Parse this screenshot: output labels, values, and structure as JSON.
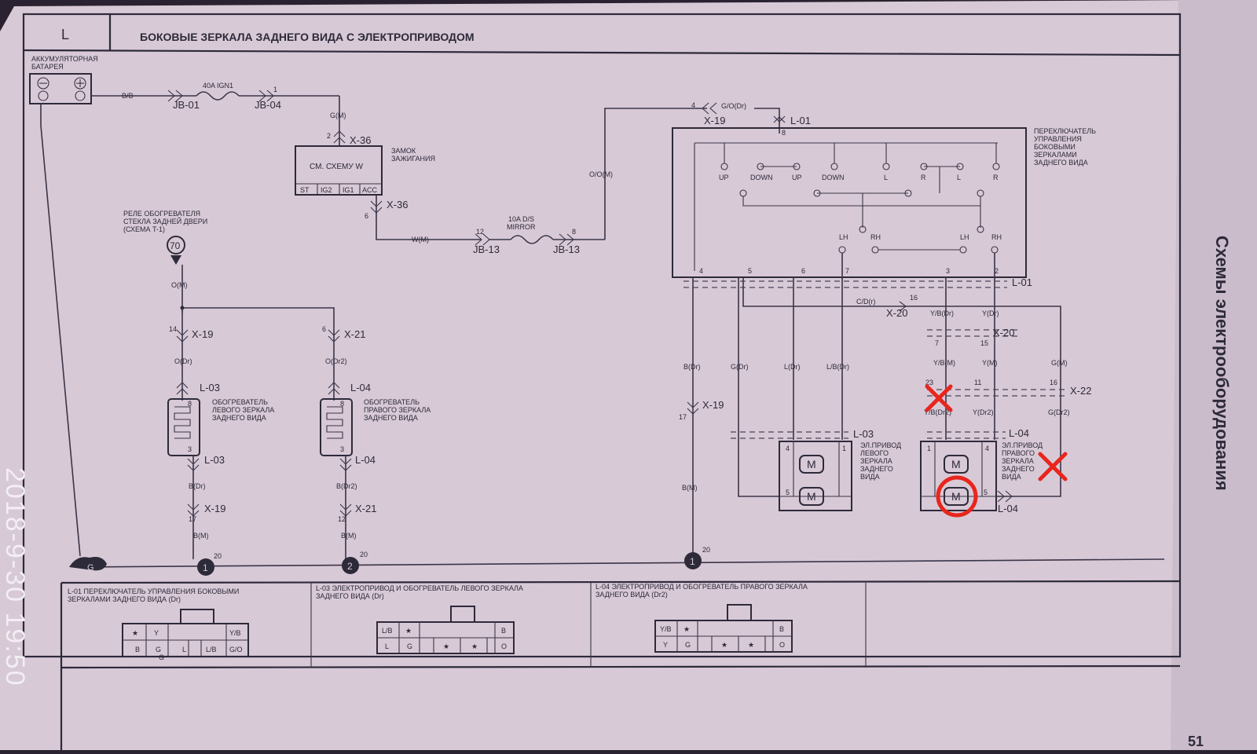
{
  "header": {
    "section_letter": "L",
    "title": "БОКОВЫЕ ЗЕРКАЛА ЗАДНЕГО ВИДА С ЭЛЕКТРОПРИВОДОМ"
  },
  "side_title": "Схемы электрооборудования",
  "page_number": "51",
  "timestamp": "2018-9-30 19:50",
  "battery": {
    "label_1": "АККУМУЛЯТОРНАЯ",
    "label_2": "БАТАРЕЯ",
    "wire": "B/B"
  },
  "fuse_ign": {
    "label": "40A IGN1",
    "jb_left": "JB-01",
    "jb_right": "JB-04",
    "pin": "1"
  },
  "ignition": {
    "label_1": "ЗАМОК",
    "label_2": "ЗАЖИГАНИЯ",
    "ref": "СМ. СХЕМУ W",
    "terminals": [
      "ST",
      "IG2",
      "IG1",
      "ACC"
    ],
    "wire_top": "G(M)",
    "wire_bottom": "W(M)",
    "conn_top": "X-36",
    "conn_bottom": "X-36",
    "pin_top": "2",
    "pin_bottom": "6"
  },
  "fuse_mirror": {
    "label_1": "10A D/S",
    "label_2": "MIRROR",
    "jb_left": "JB-13",
    "jb_right": "JB-13",
    "pin_left": "12",
    "pin_right": "8"
  },
  "relay": {
    "label_1": "РЕЛЕ ОБОГРЕВАТЕЛЯ",
    "label_2": "СТЕКЛА ЗАДНЕЙ ДВЕРИ",
    "label_3": "(СХЕМА T-1)",
    "node": "70",
    "wire": "O(M)"
  },
  "heater_left": {
    "label_1": "ОБОГРЕВАТЕЛЬ",
    "label_2": "ЛЕВОГО ЗЕРКАЛА",
    "label_3": "ЗАДНЕГО ВИДА",
    "conn_in": "X-19",
    "pin_in": "14",
    "wire_in": "O(Dr)",
    "conn_top": "L-03",
    "conn_bottom": "L-03",
    "pin_top": "8",
    "pin_bottom": "3",
    "wire_out": "B(Dr)",
    "conn_out": "X-19",
    "pin_out": "17",
    "wire_gnd": "B(M)"
  },
  "heater_right": {
    "label_1": "ОБОГРЕВАТЕЛЬ",
    "label_2": "ПРАВОГО ЗЕРКАЛА",
    "label_3": "ЗАДНЕГО ВИДА",
    "conn_in": "X-21",
    "pin_in": "6",
    "wire_in": "O(Dr2)",
    "conn_top": "L-04",
    "conn_bottom": "L-04",
    "pin_top": "8",
    "pin_bottom": "3",
    "wire_out": "B(Dr2)",
    "conn_out": "X-21",
    "pin_out": "12",
    "wire_gnd": "B(M)"
  },
  "switch": {
    "label_1": "ПЕРЕКЛЮЧАТЕЛЬ",
    "label_2": "УПРАВЛЕНИЯ",
    "label_3": "БОКОВЫМИ",
    "label_4": "ЗЕРКАЛАМИ",
    "label_5": "ЗАДНЕГО ВИДА",
    "feed_wire": "G/O(Dr)",
    "feed_conn": "X-19",
    "feed_pin": "4",
    "conn": "L-01",
    "pin": "8",
    "o_wire": "O/O(M)",
    "contacts": [
      "UP",
      "DOWN",
      "UP",
      "DOWN",
      "L",
      "R",
      "L",
      "R"
    ],
    "selectors": [
      "LH",
      "RH",
      "LH",
      "RH"
    ],
    "pins": [
      "4",
      "5",
      "6",
      "7",
      "3",
      "2"
    ],
    "bottom_conn": "L-01"
  },
  "left_mirror": {
    "label_1": "ЭЛ.ПРИВОД",
    "label_2": "ЛЕВОГО",
    "label_3": "ЗЕРКАЛА",
    "label_4": "ЗАДНЕГО",
    "label_5": "ВИДА",
    "wires": [
      "B(Dr)",
      "G(Dr)",
      "L(Dr)",
      "L/B(Dr)"
    ],
    "conn": "L-03",
    "x19": "X-19",
    "x19_pin": "17",
    "gnd_wire": "B(M)",
    "c_wire": "C/D(r)",
    "x20": "X-20",
    "x20_pin": "16",
    "motor": "M",
    "pin_4": "4",
    "pin_1": "1",
    "pin_5": "5"
  },
  "right_mirror": {
    "label_1": "ЭЛ.ПРИВОД",
    "label_2": "ПРАВОГО",
    "label_3": "ЗЕРКАЛА",
    "label_4": "ЗАДНЕГО",
    "label_5": "ВИДА",
    "wires_top": [
      "Y/B(Dr)",
      "Y(Dr)"
    ],
    "x20": "X-20",
    "x20_pins": [
      "7",
      "15"
    ],
    "wires_mid": [
      "Y/B(M)",
      "Y(M)",
      "G(M)"
    ],
    "x22": "X-22",
    "x22_pins": [
      "23",
      "11",
      "16"
    ],
    "wires_bot": [
      "Y/B(Dr2)",
      "Y(Dr2)",
      "G(Dr2)"
    ],
    "conn_top": "L-04",
    "conn_bottom": "L-04",
    "motor": "M",
    "pin_1": "1",
    "pin_4": "4",
    "pin_5": "5"
  },
  "grounds": [
    {
      "id": "1",
      "pin": "20"
    },
    {
      "id": "2",
      "pin": "20"
    },
    {
      "id": "1",
      "pin": "20"
    }
  ],
  "ground_main": "G",
  "connectors": {
    "l01": {
      "title_1": "L-01 ПЕРЕКЛЮЧАТЕЛЬ УПРАВЛЕНИЯ БОКОВЫМИ",
      "title_2": "ЗЕРКАЛАМИ ЗАДНЕГО ВИДА (Dr)",
      "pins": [
        "★",
        "Y",
        "B",
        "G",
        "L",
        "L/B",
        "Y/B",
        "G/O",
        "G"
      ]
    },
    "l03": {
      "title_1": "L-03 ЭЛЕКТРОПРИВОД И ОБОГРЕВАТЕЛЬ ЛЕВОГО ЗЕРКАЛА",
      "title_2": "ЗАДНЕГО ВИДА (Dr)",
      "pins": [
        "L/B",
        "★",
        "L",
        "G",
        "★",
        "★",
        "B",
        "O"
      ]
    },
    "l04": {
      "title_1": "L-04 ЭЛЕКТРОПРИВОД И ОБОГРЕВАТЕЛЬ ПРАВОГО ЗЕРКАЛА",
      "title_2": "ЗАДНЕГО ВИДА (Dr2)",
      "pins": [
        "Y/B",
        "★",
        "Y",
        "G",
        "★",
        "★",
        "B",
        "O"
      ]
    }
  },
  "colors": {
    "paper": "#d9cad6",
    "ink": "#2d2a3a",
    "annotation": "#e8261c"
  }
}
